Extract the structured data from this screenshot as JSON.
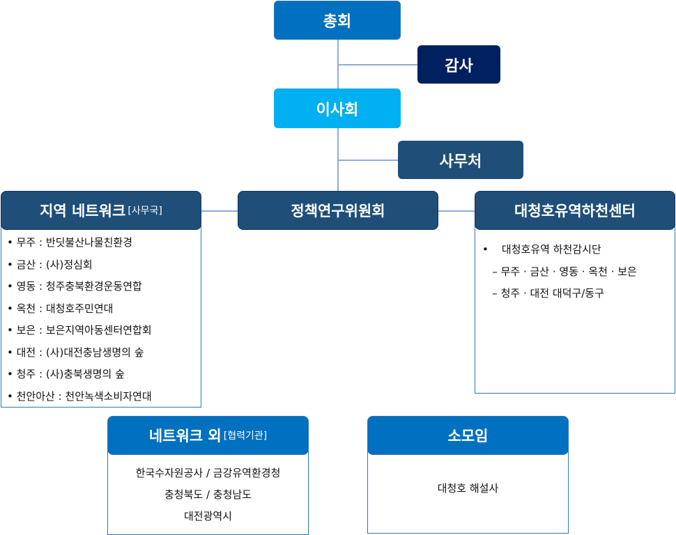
{
  "nodes": {
    "general_assembly": "총회",
    "audit": "감사",
    "board": "이사회",
    "secretariat": "사무처",
    "policy_committee": "정책연구위원회"
  },
  "regional_network": {
    "title": "지역 네트워크",
    "subtitle": "[사무국]",
    "items": [
      "무주 : 반딧불산나물친환경",
      "금산 : (사)정심회",
      "영동 : 청주충북환경운동연합",
      "옥천 : 대청호주민연대",
      "보은 : 보은지역아동센터연합회",
      "대전 : (사)대전충남생명의 숲",
      "청주 : (사)충북생명의 숲",
      "천안아산 : 천안녹색소비자연대"
    ]
  },
  "river_center": {
    "title": "대청호유역하천센터",
    "bullet": "대청호유역 하천감시단",
    "sub_items": [
      "무주 · 금산 · 영동 · 옥천 · 보은",
      "청주 · 대전 대덕구/동구"
    ]
  },
  "partner_network": {
    "title": "네트워크 외",
    "subtitle": "[협력기관]",
    "items": [
      "한국수자원공사 / 금강유역환경청",
      "충청북도 / 충청남도",
      "대전광역시"
    ]
  },
  "small_group": {
    "title": "소모임",
    "items": [
      "대청호 해설사"
    ]
  },
  "colors": {
    "primary": "#0070c0",
    "navy": "#002060",
    "sky": "#00b0f0",
    "dark_blue": "#1f4e79"
  }
}
